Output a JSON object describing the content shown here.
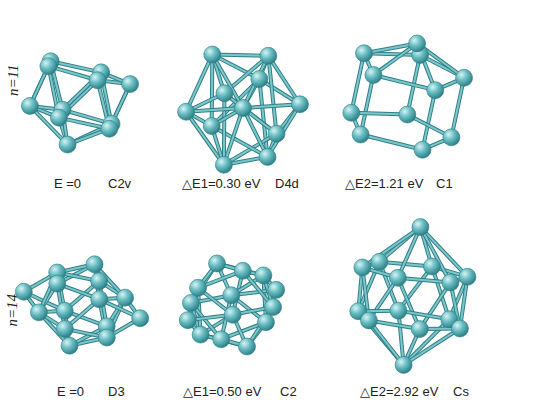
{
  "diagram": {
    "labels": [
      "n=11",
      "E =0",
      "C2v",
      "△E1=0.30 eV",
      "D4d",
      "△E2=1.21 eV",
      "C1",
      "n=14",
      "E =0",
      "D3",
      "△E1=0.50 eV",
      "C2",
      "△E2=2.92 eV",
      "Cs"
    ]
  }
}
